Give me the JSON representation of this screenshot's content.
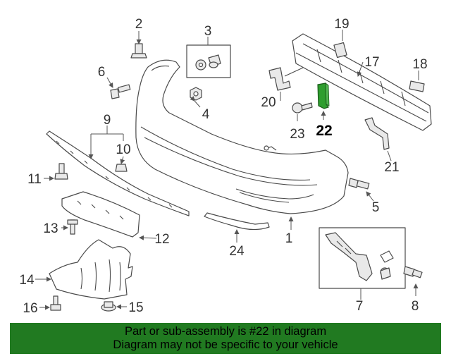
{
  "diagram": {
    "highlight_color": "#2e9e2e",
    "labels": {
      "n1": "1",
      "n2": "2",
      "n3": "3",
      "n4": "4",
      "n5": "5",
      "n6": "6",
      "n7": "7",
      "n8": "8",
      "n9": "9",
      "n10": "10",
      "n11": "11",
      "n12": "12",
      "n13": "13",
      "n14": "14",
      "n15": "15",
      "n16": "16",
      "n17": "17",
      "n18": "18",
      "n19": "19",
      "n20": "20",
      "n21": "21",
      "n22": "22",
      "n23": "23",
      "n24": "24"
    }
  },
  "banner": {
    "background": "#217a21",
    "line1": "Part or sub-assembly is #22 in diagram",
    "line2": "Diagram may not be specific to your vehicle"
  }
}
